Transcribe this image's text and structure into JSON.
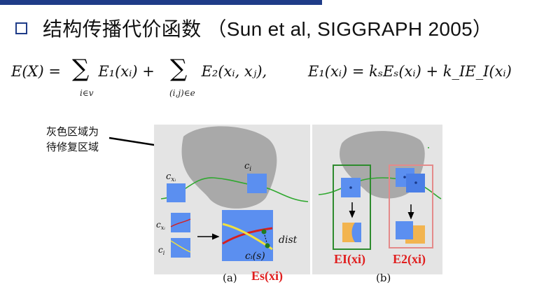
{
  "header": {
    "title": "结构传播代价函数 （Sun et al, SIGGRAPH 2005）"
  },
  "formula": {
    "main": "E(X) =        E₁(xᵢ) +          E₂(xᵢ, xⱼ),",
    "sum1_sub": "i∈v",
    "sum2_sub": "(i,j)∈e",
    "right": "E₁(xᵢ) = kₛEₛ(xᵢ) + k_IE_I(xᵢ)"
  },
  "annotation": {
    "line1": "灰色区域为",
    "line2": "待修复区域"
  },
  "figure": {
    "panel_a": {
      "label_cxi_top": "c",
      "label_ci_top": "c",
      "label_dist": "dist",
      "label_cis": "cᵢ(s)",
      "caption": "(a)",
      "energy_label": "Es(xi)"
    },
    "panel_b": {
      "caption": "(b)",
      "energy_label_1": "EI(xi)",
      "energy_label_2": "E2(xi)"
    }
  },
  "colors": {
    "title_bar": "#1f3c88",
    "energy_red": "#e01e1e",
    "panel_bg": "#e4e4e4",
    "hole_gray": "#a9a9a9",
    "patch_blue": "#5b8ff0",
    "curve_green": "#2fa82f",
    "box_green": "#2e8b2e",
    "box_red": "#e48a8a",
    "patch_orange": "#f2b450"
  }
}
